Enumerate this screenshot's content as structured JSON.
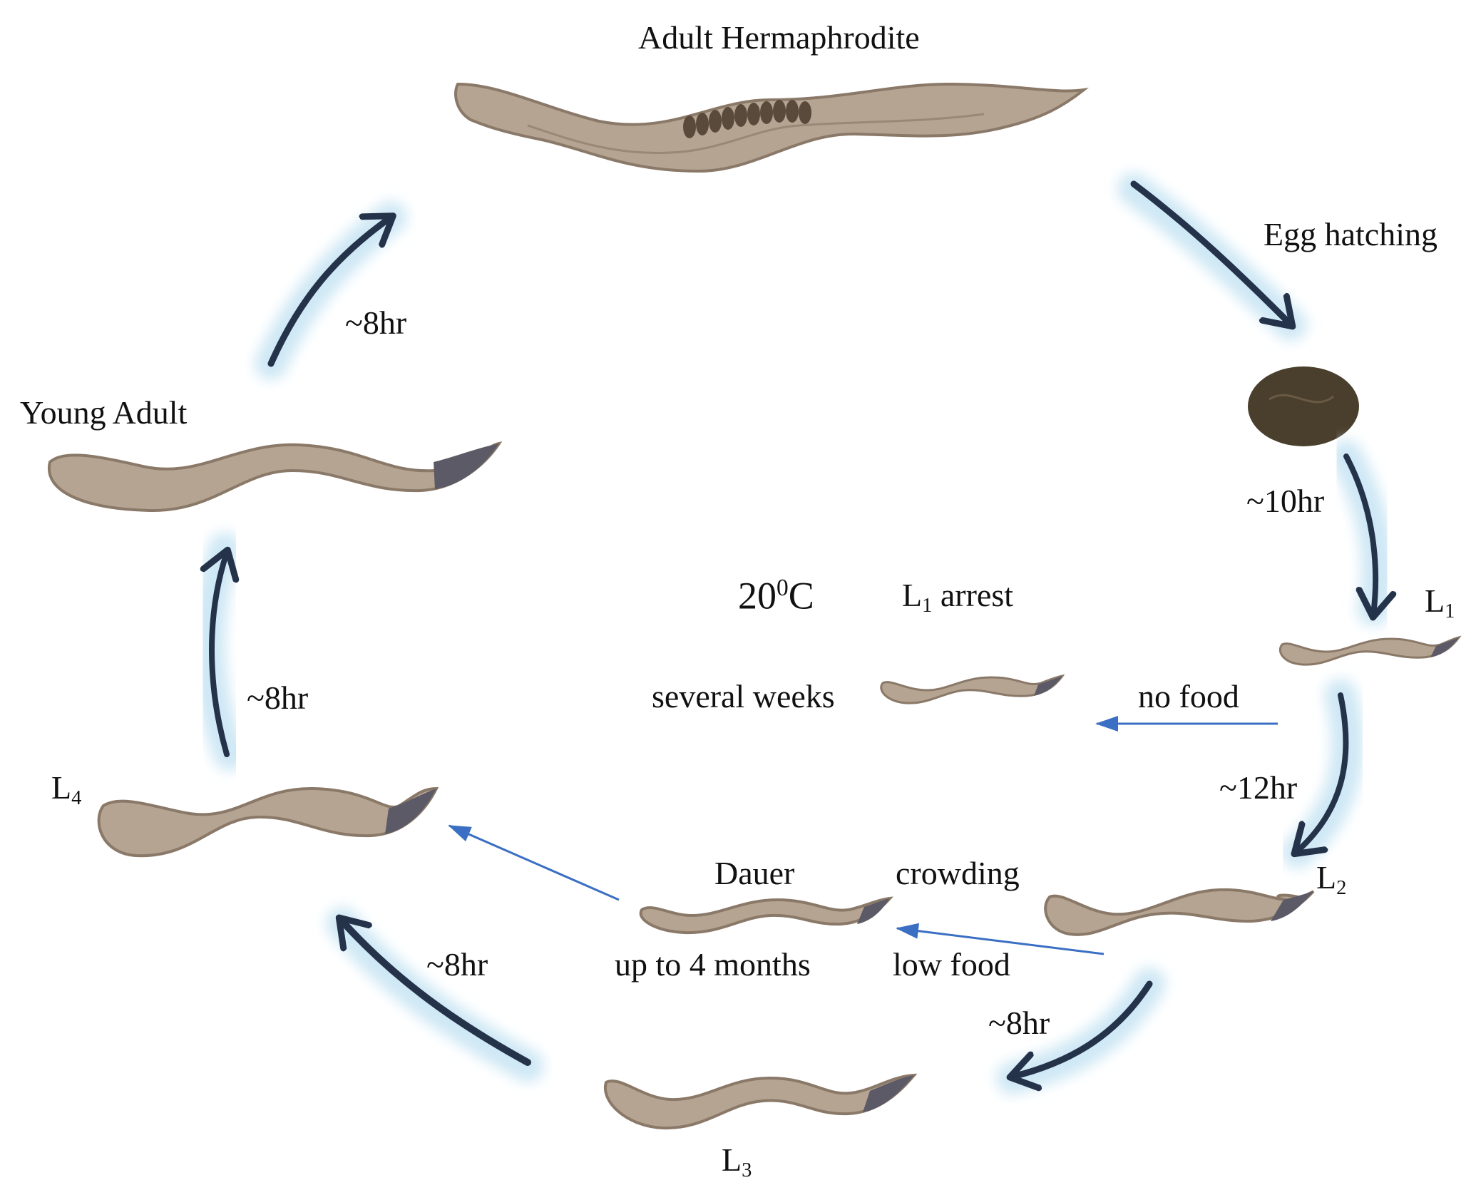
{
  "colors": {
    "worm_body": "#b5a491",
    "worm_outline": "#8a7968",
    "worm_tail": "#5c5a66",
    "egg": "#4a3f2c",
    "cycle_arrow": "#24324a",
    "cycle_arrow_glow": "#cfe8f5",
    "branch_arrow": "#3b6fc4"
  },
  "labels": {
    "adult_hermaphrodite": "Adult Hermaphrodite",
    "egg_hatching": "Egg hatching",
    "time_egg_l1": "~10hr",
    "l1": {
      "main": "L",
      "sub": "1"
    },
    "time_l1_l2": "~12hr",
    "l2": {
      "main": "L",
      "sub": "2"
    },
    "time_l2_l3": "~8hr",
    "l3": {
      "main": "L",
      "sub": "3"
    },
    "time_l3_l4": "~8hr",
    "l4": {
      "main": "L",
      "sub": "4"
    },
    "time_l4_young": "~8hr",
    "young_adult": "Young Adult",
    "time_young_adult": "~8hr",
    "temperature": {
      "value": "20",
      "sup": "0",
      "unit": "C"
    },
    "l1_arrest": {
      "main": "L",
      "sub": "1",
      "rest": " arrest"
    },
    "several_weeks": "several weeks",
    "no_food": "no food",
    "dauer": "Dauer",
    "up_to_4_months": "up to 4 months",
    "crowding": "crowding",
    "low_food": "low food"
  }
}
